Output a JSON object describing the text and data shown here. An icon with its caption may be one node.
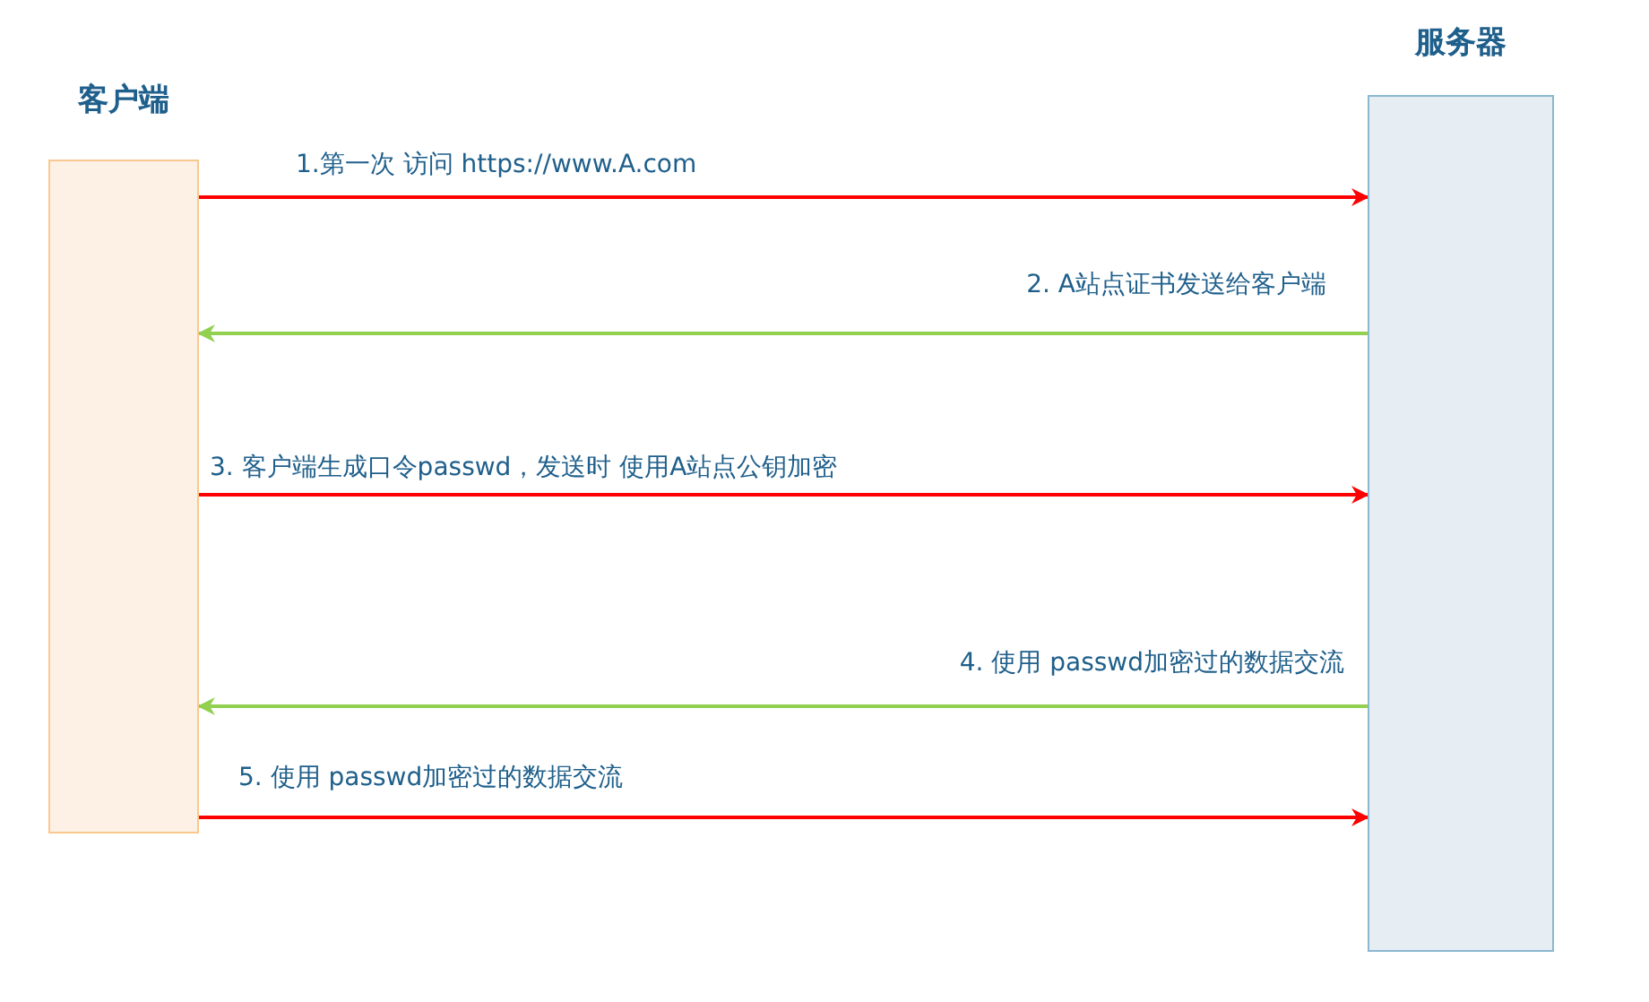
{
  "diagram": {
    "nodes": [
      {
        "text": [
          "客户端"
        ]
      },
      {
        "text": [
          "服务器"
        ]
      }
    ],
    "edges": [
      {
        "from": 0,
        "to": 1,
        "arrow": "to",
        "label": "1.第一次 访问 https://www.A.com"
      },
      {
        "from": 1,
        "to": 0,
        "arrow": "to",
        "label": "2. A站点证书发送给客户端",
        "color": "#92d050"
      },
      {
        "from": 0,
        "to": 1,
        "arrow": "to",
        "label": "3. 客户端生成口令passwd，发送时 使用A站点公钥加密"
      },
      {
        "from": 1,
        "to": 0,
        "arrow": "to",
        "label": "4. 使用 passwd加密过的数据交流",
        "color": "#92d050"
      },
      {
        "from": 0,
        "to": 1,
        "arrow": "to",
        "label": "5. 使用 passwd加密过的数据交流"
      }
    ]
  }
}
